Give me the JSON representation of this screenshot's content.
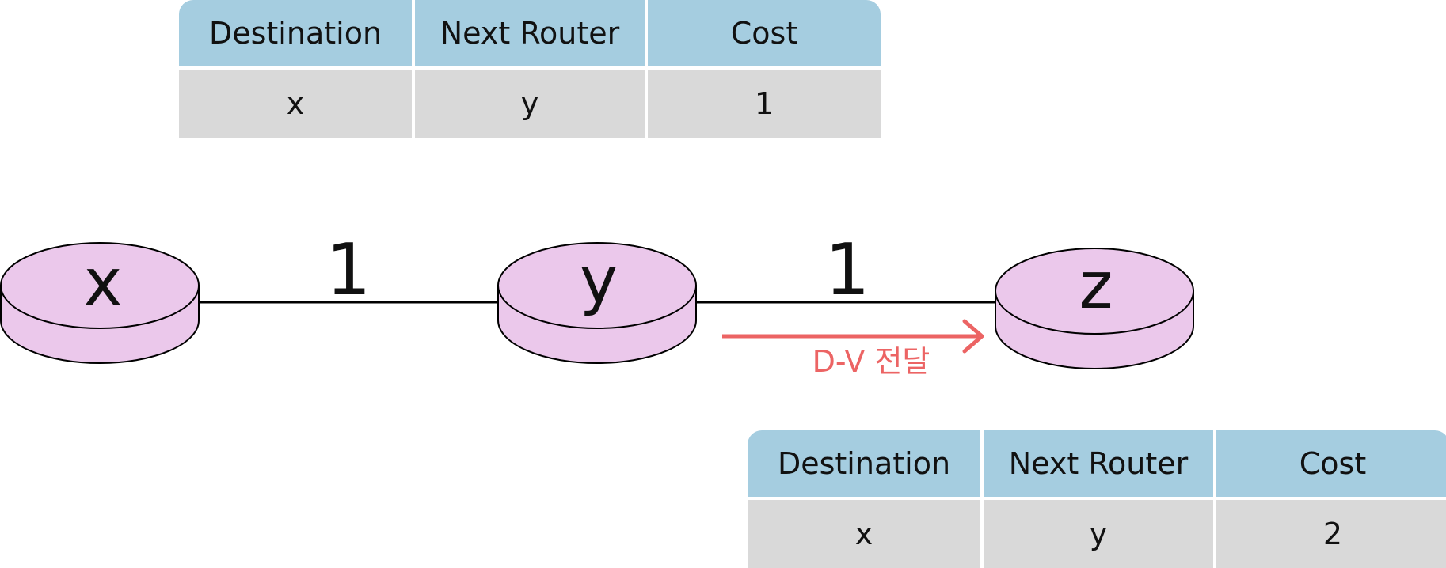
{
  "nodes": {
    "x": {
      "label": "x"
    },
    "y": {
      "label": "y"
    },
    "z": {
      "label": "z"
    }
  },
  "links": [
    {
      "from": "x",
      "to": "y",
      "cost": "1"
    },
    {
      "from": "y",
      "to": "z",
      "cost": "1"
    }
  ],
  "transfer": {
    "label": "D-V 전달",
    "color": "#ec6464"
  },
  "colors": {
    "node_fill": "#ebc8eb",
    "header_fill": "#a5cde0",
    "row_fill": "#d9d9d9"
  },
  "tables": {
    "top": {
      "headers": [
        "Destination",
        "Next Router",
        "Cost"
      ],
      "row": [
        "x",
        "y",
        "1"
      ]
    },
    "bottom": {
      "headers": [
        "Destination",
        "Next Router",
        "Cost"
      ],
      "row": [
        "x",
        "y",
        "2"
      ]
    }
  }
}
